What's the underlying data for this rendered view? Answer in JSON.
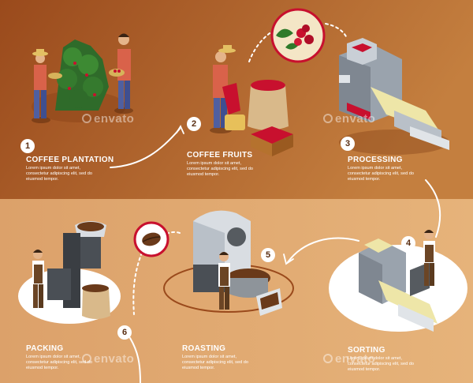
{
  "colors": {
    "top_band": "#a5521f",
    "top_band_light": "#c07a3a",
    "bottom_band": "#e1a86a",
    "accent_red": "#c8102e",
    "connector": "#ffffff"
  },
  "steps": [
    {
      "number": "1",
      "title": "COFFEE PLANTATION",
      "description": "Lorem ipsum dolor sit amet,\nconsectetur adipiscing elit, sed do\neiusmod tempor."
    },
    {
      "number": "2",
      "title": "COFFEE FRUITS",
      "description": "Lorem ipsum dolor sit amet,\nconsectetur adipiscing elit, sed do\neiusmod tempor."
    },
    {
      "number": "3",
      "title": "PROCESSING",
      "description": "Lorem ipsum dolor sit amet,\nconsectetur adipiscing elit, sed do\neiusmod tempor."
    },
    {
      "number": "4",
      "title": "SORTING",
      "description": "Lorem ipsum dolor sit amet,\nconsectetur adipiscing elit, sed do\neiusmod tempor."
    },
    {
      "number": "5",
      "title": "ROASTING",
      "description": "Lorem ipsum dolor sit amet,\nconsectetur adipiscing elit, sed do\neiusmod tempor."
    },
    {
      "number": "6",
      "title": "PACKING",
      "description": "Lorem ipsum dolor sit amet,\nconsectetur adipiscing elit, sed do\neiusmod tempor."
    }
  ],
  "watermark": {
    "text": "envato"
  },
  "icons": [
    "coffee-plantation-illustration",
    "coffee-fruits-illustration",
    "processing-machine-illustration",
    "sorting-machine-illustration",
    "roasting-machine-illustration",
    "packing-machine-illustration",
    "coffee-cherry-icon",
    "coffee-bean-icon"
  ]
}
